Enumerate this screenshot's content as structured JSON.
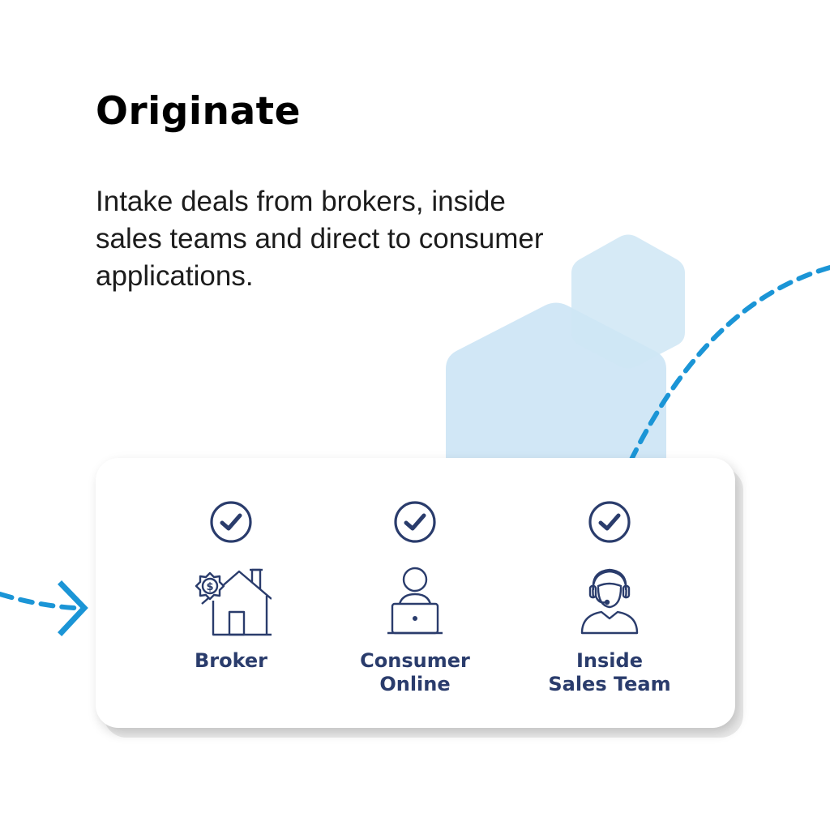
{
  "header": {
    "title": "Originate",
    "description": "Intake deals from brokers, inside sales teams and direct to consumer applications."
  },
  "options": [
    {
      "label": "Broker",
      "icon": "house-dollar-icon",
      "status_icon": "check-circle-icon"
    },
    {
      "label": "Consumer\nOnline",
      "icon": "person-laptop-icon",
      "status_icon": "check-circle-icon"
    },
    {
      "label": "Inside\nSales Team",
      "icon": "headset-agent-icon",
      "status_icon": "check-circle-icon"
    }
  ],
  "colors": {
    "accent_blue": "#1b95d6",
    "hexagon_fill": "#cfe6f5",
    "icon_navy": "#2a3c6c",
    "title_text": "#000000",
    "body_text": "#1c1c1c"
  }
}
